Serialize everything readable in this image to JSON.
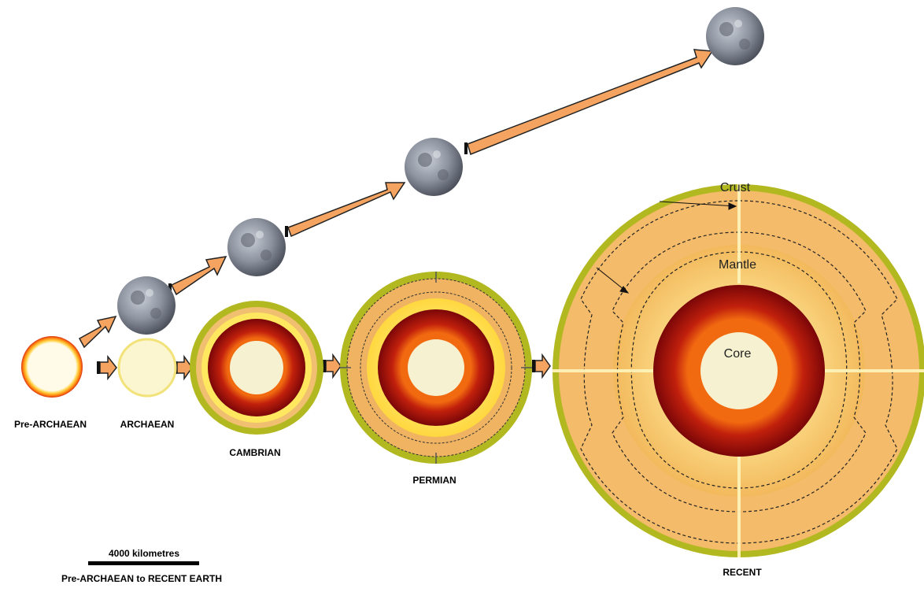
{
  "stages": [
    {
      "id": "pre-archaean",
      "label": "Pre-ARCHAEAN"
    },
    {
      "id": "archaean",
      "label": "ARCHAEAN"
    },
    {
      "id": "cambrian",
      "label": "CAMBRIAN"
    },
    {
      "id": "permian",
      "label": "PERMIAN"
    },
    {
      "id": "recent",
      "label": "RECENT"
    }
  ],
  "layers": {
    "crust": "Crust",
    "mantle": "Mantle",
    "core": "Core"
  },
  "scale": {
    "label": "4000 kilometres"
  },
  "caption": "Pre-ARCHAEAN to RECENT EARTH",
  "colors": {
    "arrow": "#f4a460",
    "core": "#f6f1d0",
    "mantle_red": "#b01010",
    "mantle_yellow": "#ffe860",
    "crust_orange": "#f0b060",
    "rim_green": "#b2b820",
    "moon": "#8a8f99"
  }
}
